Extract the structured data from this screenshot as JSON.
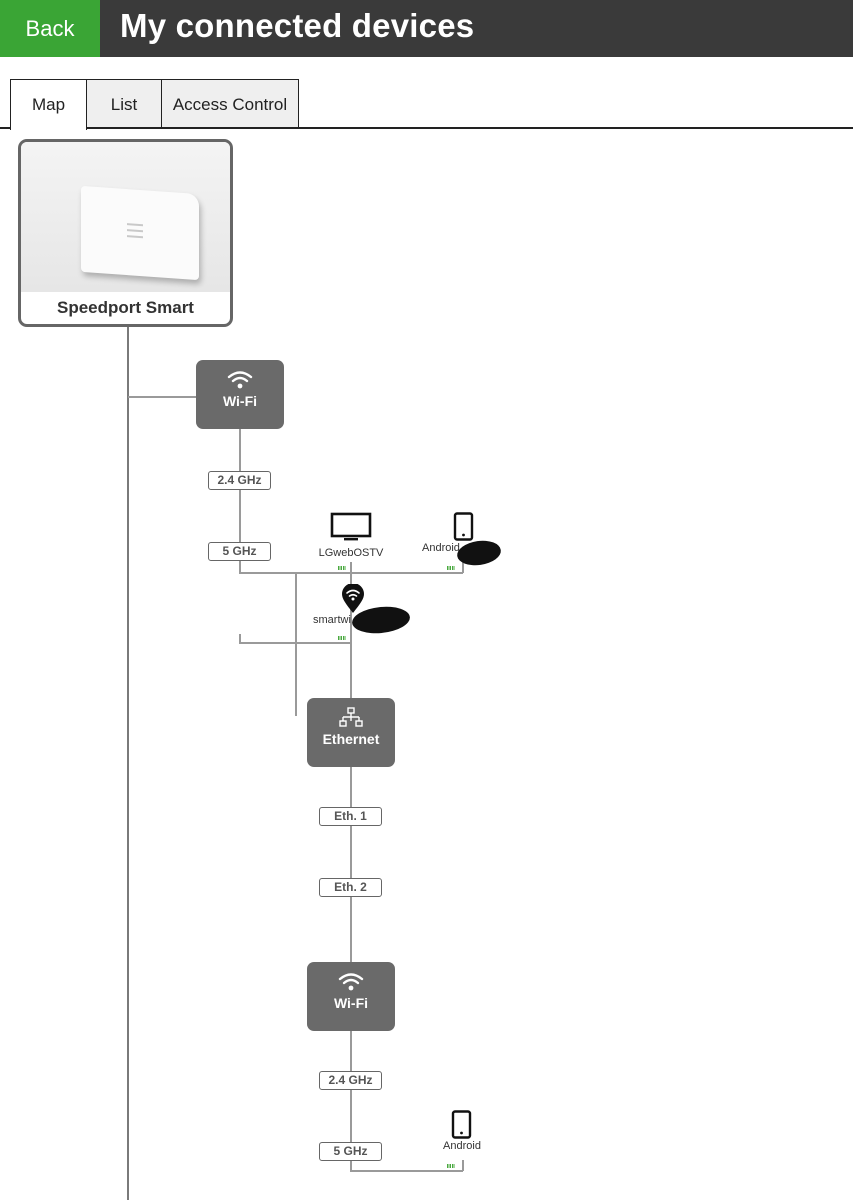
{
  "header": {
    "back_label": "Back",
    "title": "My connected devices"
  },
  "tabs": [
    {
      "label": "Map",
      "active": true
    },
    {
      "label": "List",
      "active": false
    },
    {
      "label": "Access Control",
      "active": false
    }
  ],
  "router": {
    "name": "Speedport Smart",
    "icon": "router-photo"
  },
  "primary_wifi": {
    "label": "Wi-Fi",
    "icon": "wifi-icon",
    "bands": [
      {
        "label": "2.4 GHz"
      },
      {
        "label": "5 GHz"
      }
    ],
    "devices": [
      {
        "label": "LGwebOSTV",
        "icon": "tv-icon"
      },
      {
        "label": "Android",
        "icon": "smartphone-icon"
      },
      {
        "label": "smartwi",
        "icon": "repeater-pin-icon"
      }
    ]
  },
  "ethernet": {
    "label": "Ethernet",
    "icon": "network-icon",
    "ports": [
      {
        "label": "Eth. 1"
      },
      {
        "label": "Eth. 2"
      }
    ]
  },
  "repeater_wifi": {
    "label": "Wi-Fi",
    "icon": "wifi-icon",
    "bands": [
      {
        "label": "2.4 GHz"
      },
      {
        "label": "5 GHz"
      }
    ],
    "devices": [
      {
        "label": "Android",
        "icon": "smartphone-icon"
      }
    ]
  },
  "colors": {
    "accent_green": "#3aa535",
    "header_bg": "#3a3a3a",
    "hub_bg": "#6a6a6a",
    "signal_green": "#48a83e"
  }
}
